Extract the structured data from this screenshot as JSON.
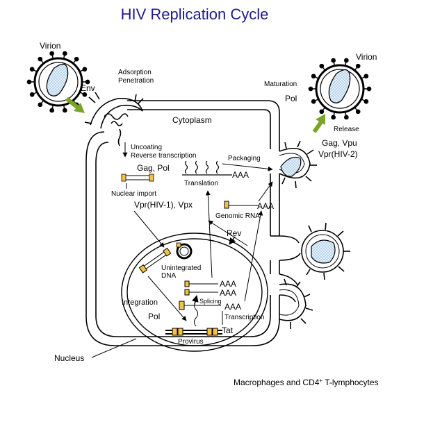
{
  "title": "HIV Replication Cycle",
  "labels": {
    "virion_left": "Virion",
    "virion_right": "Virion",
    "env": "Env",
    "adsorption": "Adsorption",
    "penetration": "Penetration",
    "cytoplasm": "Cytoplasm",
    "uncoating": "Uncoating",
    "reverse_transcription": "Reverse transcription",
    "gag_pol": "Gag, Pol",
    "nuclear_import": "Nuclear import",
    "vpr_vpx": "Vpr(HIV-1), Vpx",
    "translation": "Translation",
    "aaa_translation": "AAA",
    "packaging": "Packaging",
    "genomic_rna": "Genomic RNA",
    "aaa_genomic": "AAA",
    "rev": "Rev",
    "unintegrated_1": "Unintegrated",
    "unintegrated_2": "DNA",
    "aaa_1": "AAA",
    "aaa_2": "AAA",
    "aaa_3": "AAA",
    "splicing": "Splicing",
    "transcription": "Transcription",
    "integration": "Integration",
    "pol_nucleus": "Pol",
    "tat": "Tat",
    "provirus": "Provirus",
    "nucleus": "Nucleus",
    "maturation": "Maturation",
    "pol_maturation": "Pol",
    "release": "Release",
    "gag_vpu": "Gag, Vpu",
    "vpr_hiv2": "Vpr(HIV-2)",
    "caption_prefix": "Macrophages and CD4",
    "caption_sup": "+",
    "caption_suffix": " T-lymphocytes"
  },
  "colors": {
    "title": "#1c1c8c",
    "capsid_fill": "#cfe3f5",
    "gene_box": "#f5c242",
    "arrow_green": "#7aa428",
    "membrane": "#000000"
  }
}
